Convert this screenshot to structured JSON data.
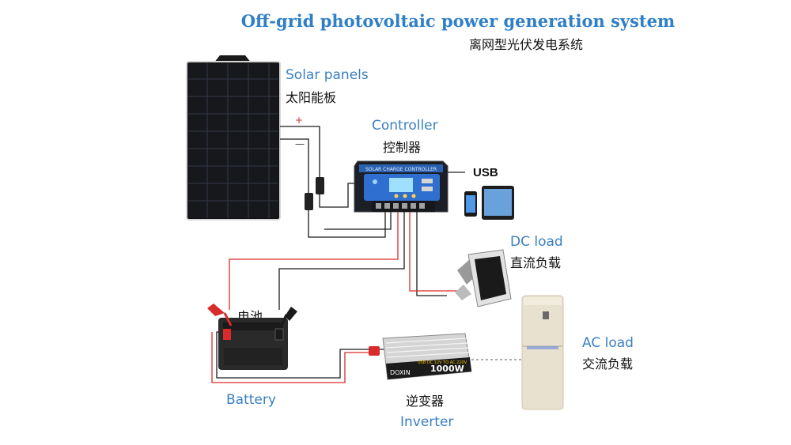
{
  "title": "Off-grid photovoltaic power generation system",
  "subtitle": "离网型光伏发电系统",
  "solar": {
    "en": "Solar panels",
    "cn": "太阳能板",
    "plus": "+",
    "minus": "—"
  },
  "controller": {
    "en": "Controller",
    "cn": "控制器",
    "usb": "USB",
    "panel_text": "SOLAR CHARGE CONTROLLER"
  },
  "dc_load": {
    "en": "DC load",
    "cn": "直流负载"
  },
  "battery": {
    "en": "Battery",
    "cn": "电池"
  },
  "inverter": {
    "en": "Inverter",
    "cn": "逆变器",
    "brand": "DOXIN",
    "rating": "1000W",
    "small_text": "USB DC 12V TO AC 220V"
  },
  "ac_load": {
    "en": "AC load",
    "cn": "交流负载"
  },
  "colors": {
    "title": "#2f7fc8",
    "label": "#3a7fc1",
    "wire_red": "#d92b2b",
    "wire_black": "#1b1b1b"
  }
}
